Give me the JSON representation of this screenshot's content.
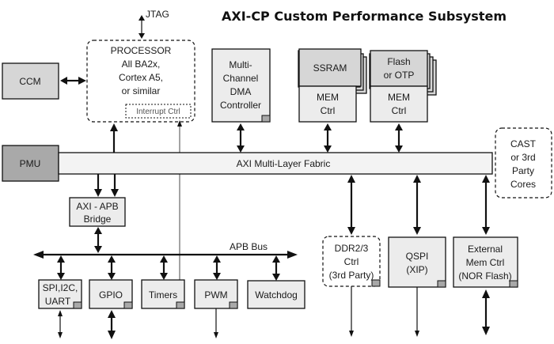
{
  "title": "AXI-CP Custom Performance Subsystem",
  "jtag": "JTAG",
  "ccm": "CCM",
  "pmu": "PMU",
  "processor": {
    "lines": [
      "PROCESSOR",
      "All BA2x,",
      "Cortex A5,",
      "or similar"
    ],
    "interrupt": "Interrupt Ctrl"
  },
  "dma": {
    "lines": [
      "Multi-",
      "Channel",
      "DMA",
      "Controller"
    ]
  },
  "ssram": {
    "top": "SSRAM",
    "ctrl": [
      "MEM",
      "Ctrl"
    ]
  },
  "flash": {
    "top": [
      "Flash",
      "or OTP"
    ],
    "ctrl": [
      "MEM",
      "Ctrl"
    ]
  },
  "fabric": "AXI Multi-Layer Fabric",
  "cast": [
    "CAST",
    "or 3rd",
    "Party",
    "Cores"
  ],
  "bridge": [
    "AXI - APB",
    "Bridge"
  ],
  "apb_bus": "APB Bus",
  "peripherals": {
    "spi": [
      "SPI,I2C,",
      "UART"
    ],
    "gpio": "GPIO",
    "timers": "Timers",
    "pwm": "PWM",
    "watchdog": "Watchdog"
  },
  "ddr": [
    "DDR2/3",
    "Ctrl",
    "(3rd Party)"
  ],
  "qspi": [
    "QSPI",
    "(XIP)"
  ],
  "extmem": [
    "External",
    "Mem Ctrl",
    "(NOR Flash)"
  ],
  "colors": {
    "light_block": "#ececec",
    "memory_block": "#d6d6d6",
    "dark_block": "#a9a9a9",
    "fabric": "#f3f3f3"
  }
}
